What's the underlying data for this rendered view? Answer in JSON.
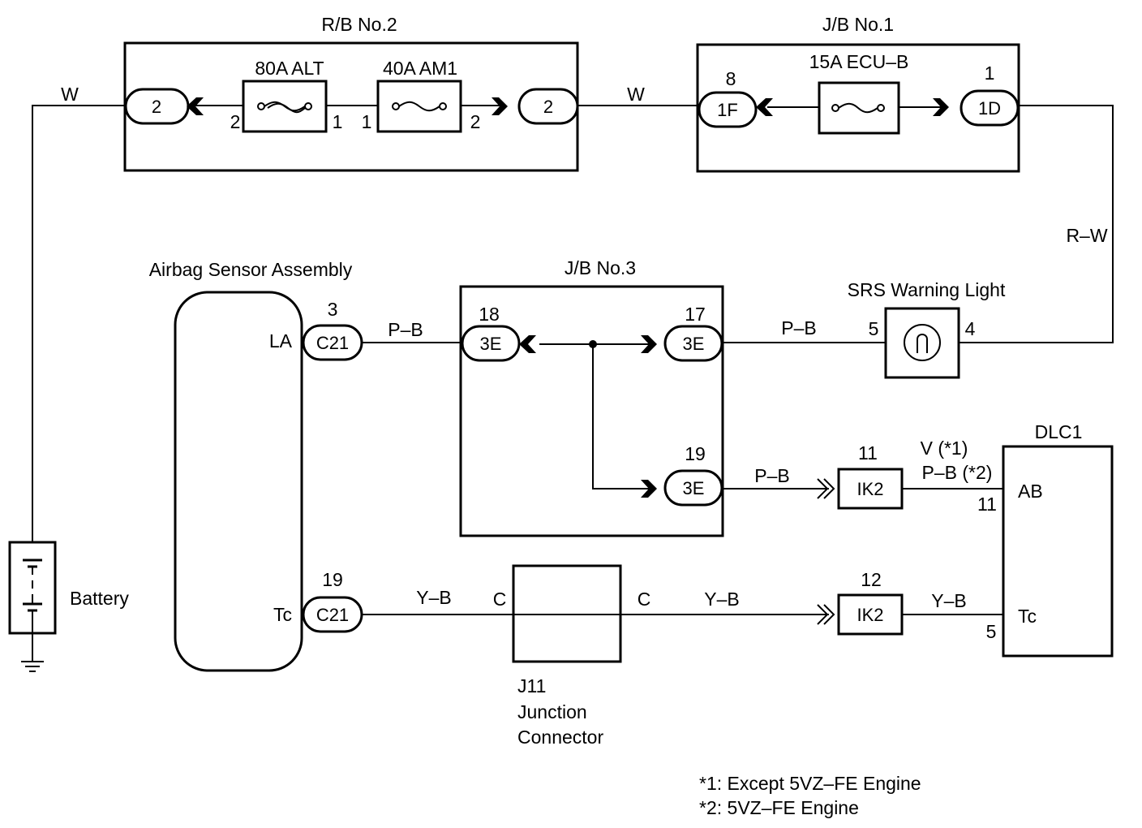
{
  "blocks": {
    "rb2": "R/B No.2",
    "jb1": "J/B No.1",
    "jb3": "J/B No.3",
    "airbag": "Airbag Sensor Assembly",
    "srs": "SRS Warning Light",
    "dlc1": "DLC1",
    "battery": "Battery",
    "j11": [
      "J11",
      "Junction",
      "Connector"
    ]
  },
  "fuses": {
    "alt": "80A ALT",
    "am1": "40A AM1",
    "ecub": "15A ECU–B"
  },
  "connectors": {
    "rb2_left": "2",
    "rb2_right": "2",
    "jb1_left": "1F",
    "jb1_right": "1D",
    "c21_top": "C21",
    "c21_bottom": "C21",
    "jb3_left": "3E",
    "jb3_right_top": "3E",
    "jb3_right_bottom": "3E",
    "ik2_top": "IK2",
    "ik2_bottom": "IK2"
  },
  "pins": {
    "alt_left": "2",
    "alt_right": "1",
    "am1_left": "1",
    "am1_right": "2",
    "jb1_1f": "8",
    "jb1_1d": "1",
    "c21_la": "3",
    "c21_tc": "19",
    "jb3_left": "18",
    "jb3_right_top": "17",
    "jb3_right_bottom": "19",
    "srs_left": "5",
    "srs_right": "4",
    "ik2_top": "11",
    "ik2_bottom": "12",
    "dlc_ab": "11",
    "dlc_tc": "5",
    "j11_left": "C",
    "j11_right": "C"
  },
  "terminals": {
    "la": "LA",
    "tc_airbag": "Tc",
    "ab": "AB",
    "tc_dlc": "Tc"
  },
  "wires": {
    "battery_w": "W",
    "rb2_jb1_w": "W",
    "jb1_srs": "R–W",
    "la_jb3": "P–B",
    "jb3_srs": "P–B",
    "jb3_ik2": "P–B",
    "ik2_dlc_1": "V (*1)",
    "ik2_dlc_2": "P–B (*2)",
    "tc_j11": "Y–B",
    "j11_ik2": "Y–B",
    "ik2_dlc_tc": "Y–B"
  },
  "notes": [
    "*1: Except 5VZ–FE Engine",
    "*2: 5VZ–FE Engine"
  ]
}
